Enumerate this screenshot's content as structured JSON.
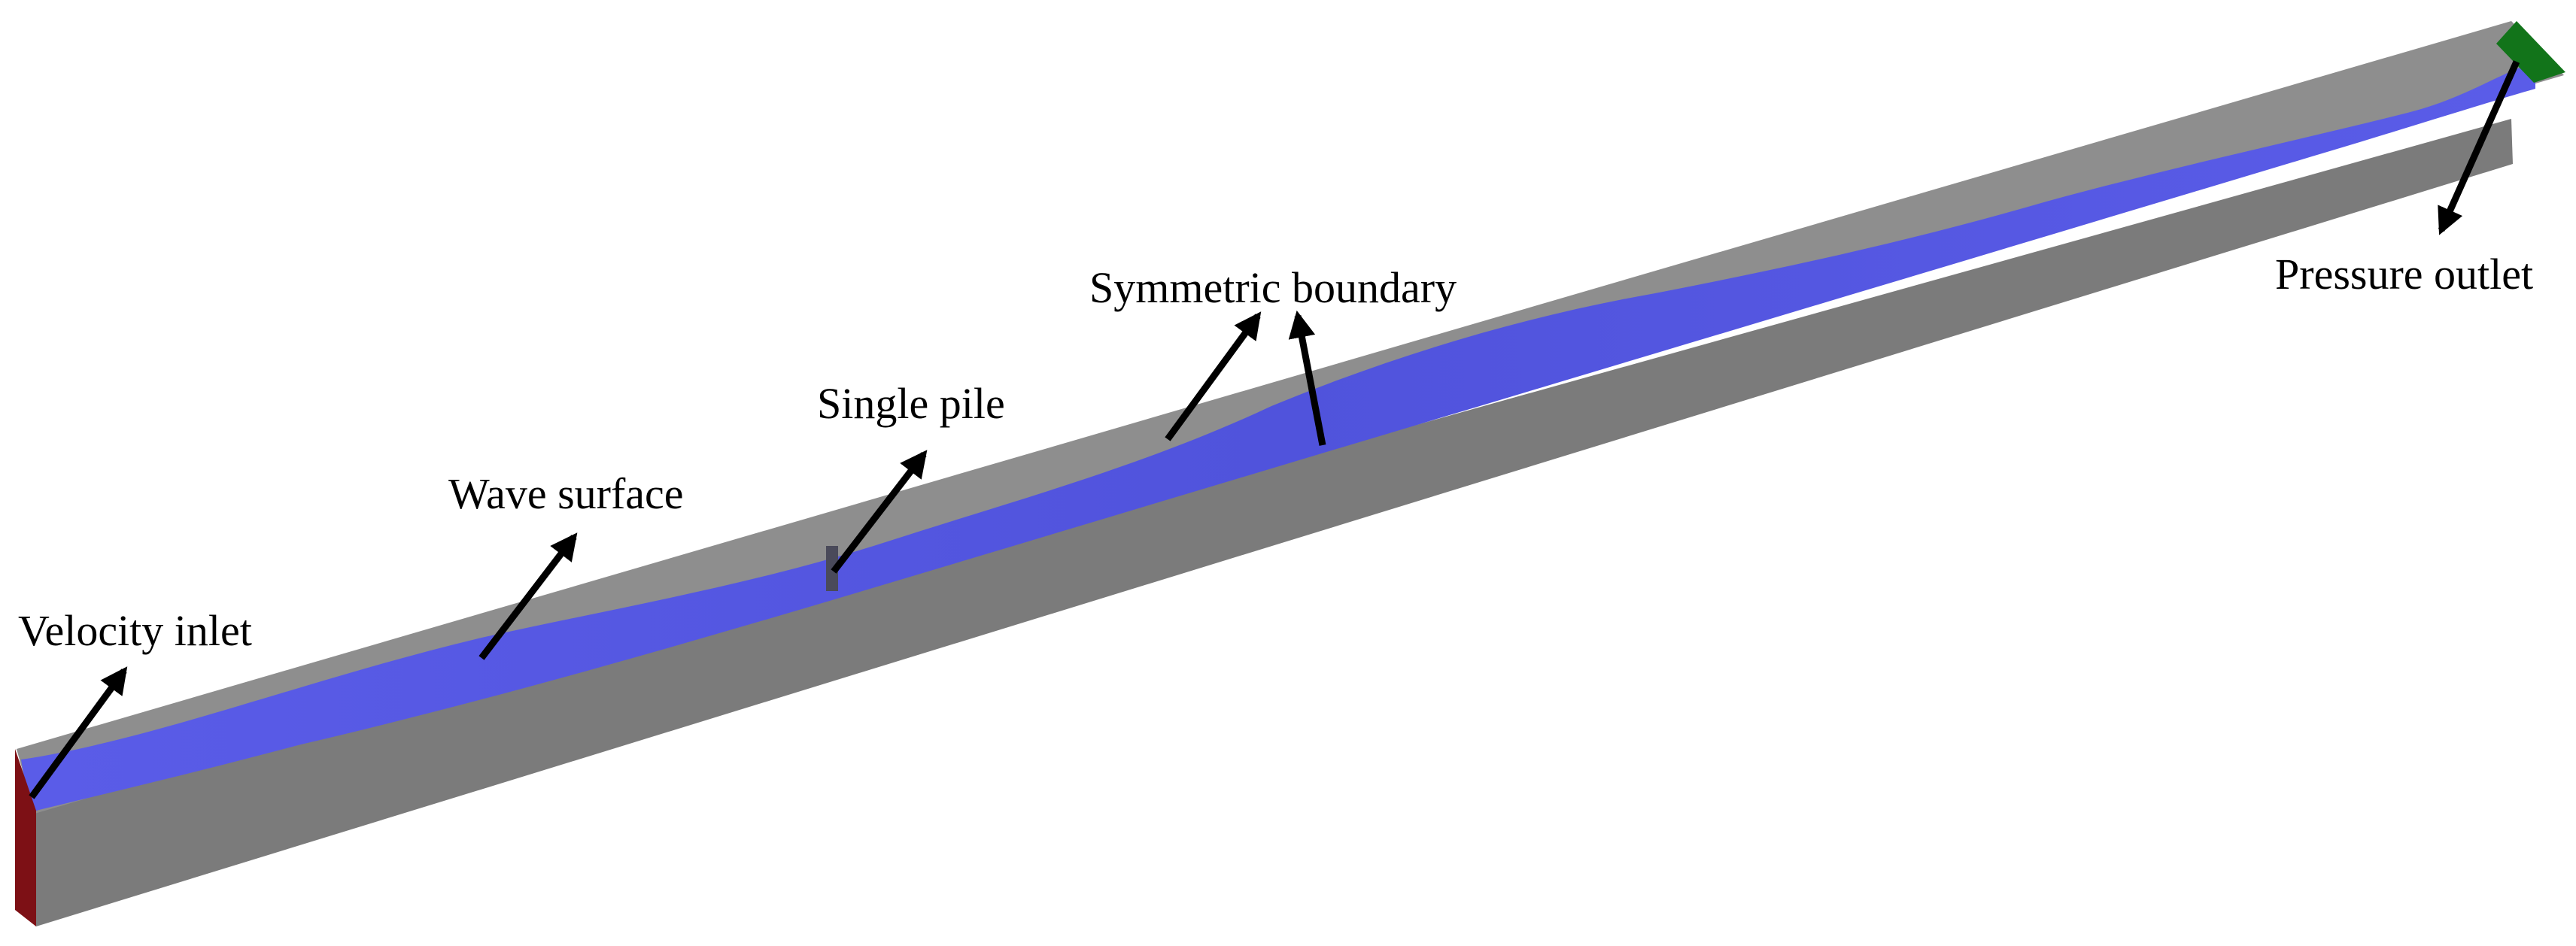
{
  "labels": {
    "velocity_inlet": "Velocity inlet",
    "wave_surface": "Wave surface",
    "single_pile": "Single pile",
    "symmetric_boundary": "Symmetric boundary",
    "pressure_outlet": "Pressure outlet"
  },
  "colors": {
    "background": "#ffffff",
    "tank_side": "#7b7b7b",
    "tank_top": "#8e8e8e",
    "water_surface": "#5558e0",
    "inlet_face": "#7d1015",
    "outlet_face": "#12741a",
    "pile": "#4a4a5a",
    "arrow": "#000000"
  }
}
